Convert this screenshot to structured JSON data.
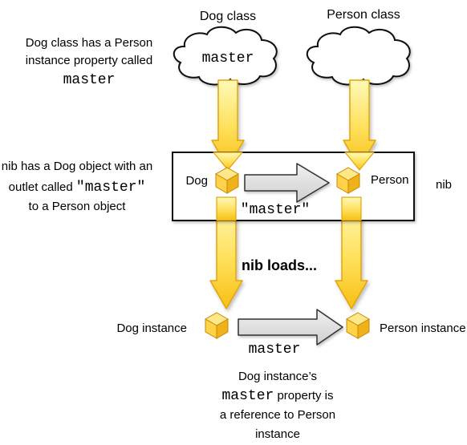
{
  "title_dog_class": "Dog class",
  "title_person_class": "Person class",
  "note_dog_class_line1": "Dog class has a Person",
  "note_dog_class_line2": "instance property called",
  "note_dog_class_line3": "master",
  "cloud_dog_label": "master",
  "note_nib_line1": "nib has a Dog object with an",
  "note_nib_line2_prefix": "outlet called ",
  "note_nib_line2_code": "\"master\"",
  "note_nib_line3": "to a Person object",
  "nib_dog_label": "Dog",
  "nib_person_label": "Person",
  "nib_outlet_label": "\"master\"",
  "nib_box_label": "nib",
  "nib_loads_label": "nib loads...",
  "dog_instance_label": "Dog instance",
  "person_instance_label": "Person instance",
  "instance_link_label": "master",
  "note_bottom_line1": "Dog instance’s",
  "note_bottom_line2_code": "master",
  "note_bottom_line2_suffix": " property is",
  "note_bottom_line3": "a reference to Person",
  "note_bottom_line4": "instance",
  "colors": {
    "yellow_arrow_top": "#fff7a6",
    "yellow_arrow_bottom": "#f8c51a",
    "yellow_arrow_outline": "#e2a40a",
    "gray_arrow_fill": "#dcdcdc",
    "gray_arrow_outline": "#333333",
    "cube_front": "#ffd24a",
    "cube_top": "#ffe78a",
    "cube_side": "#f0b21a",
    "cube_outline": "#c58a00"
  }
}
